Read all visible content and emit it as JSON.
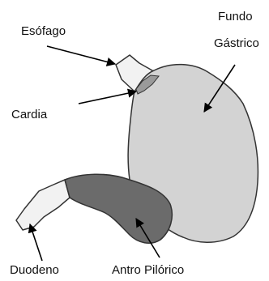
{
  "labels": {
    "esofago": "Esófago",
    "fundo_line1": "Fundo",
    "fundo_line2": "Gástrico",
    "cardia": "Cardia",
    "duodeno": "Duodeno",
    "antro": "Antro Pilórico"
  },
  "colors": {
    "stomach_body": "#d3d3d3",
    "antrum": "#6b6b6b",
    "esophagus": "#f2f2f2",
    "cardia_band": "#9a9a9a",
    "outline": "#333333",
    "arrow": "#000000"
  }
}
